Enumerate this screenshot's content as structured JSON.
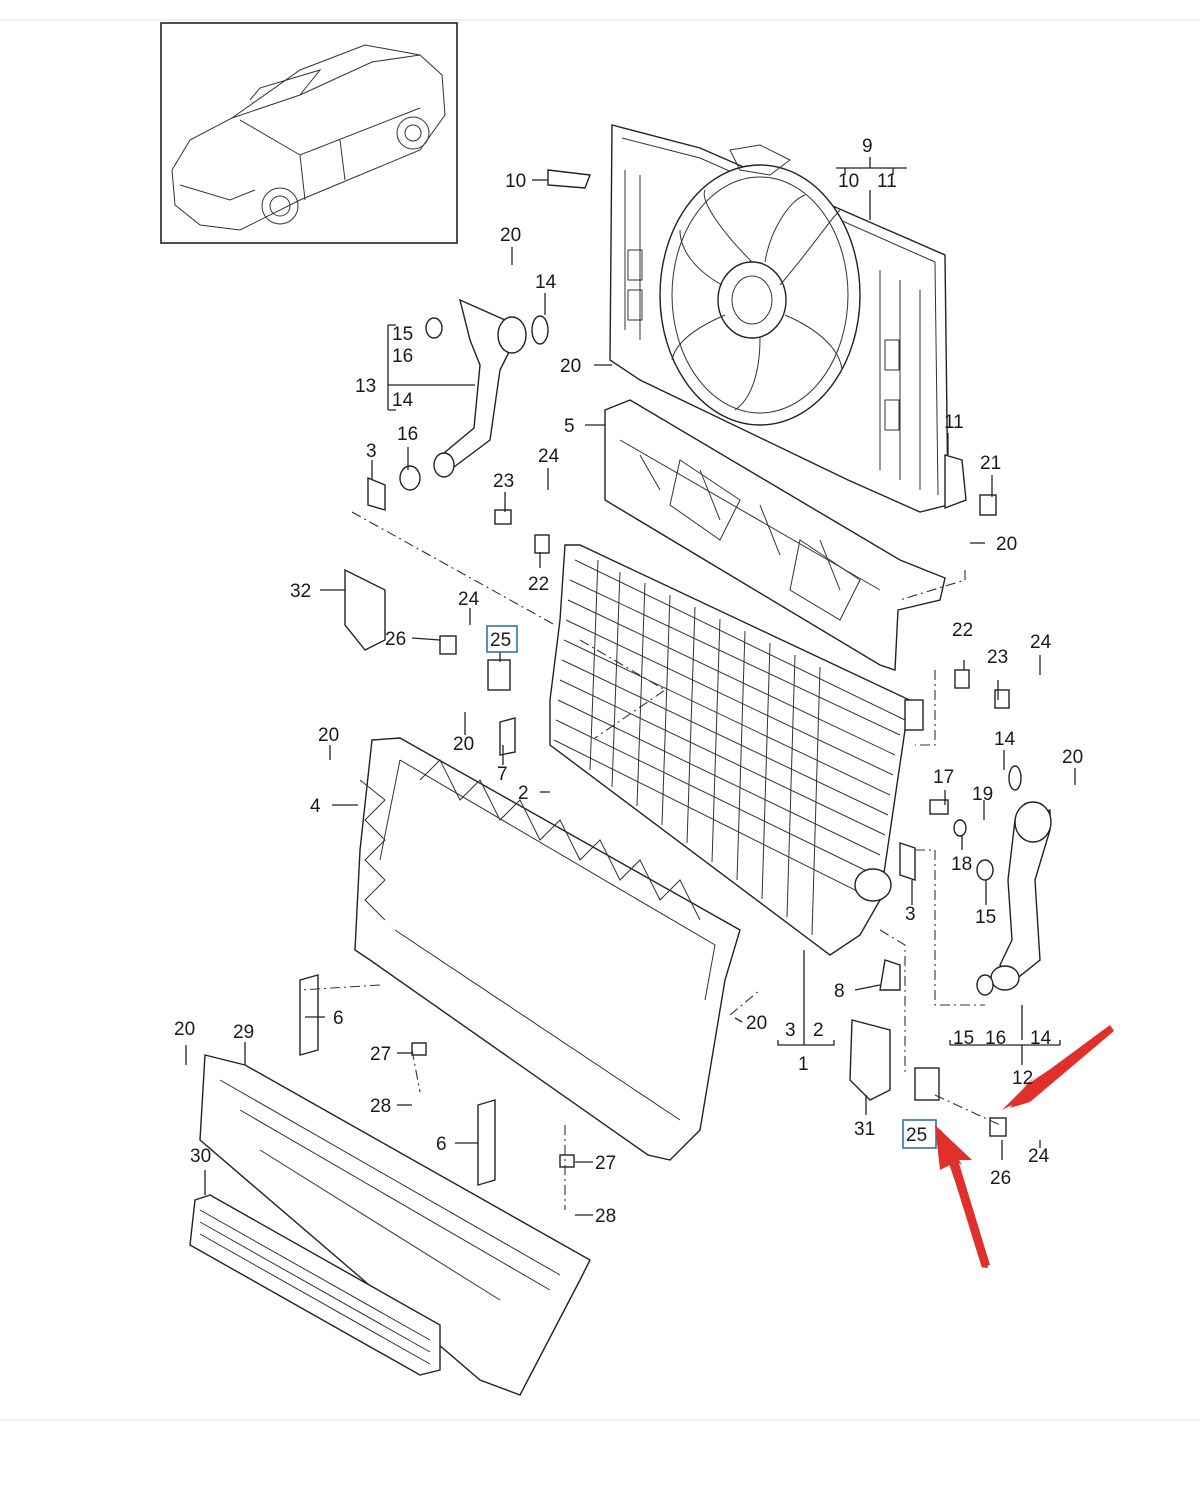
{
  "labels": {
    "l1": "1",
    "l2": "2",
    "l2b": "2",
    "l3": "3",
    "l3b": "3",
    "l3c": "3",
    "l4": "4",
    "l5": "5",
    "l6a": "6",
    "l6b": "6",
    "l7": "7",
    "l8": "8",
    "l9": "9",
    "l10a": "10",
    "l10b": "10",
    "l11a": "11",
    "l11b": "11",
    "l12": "12",
    "l13": "13",
    "l14a": "14",
    "l14b": "14",
    "l14c": "14",
    "l14d": "14",
    "l15a": "15",
    "l15b": "15",
    "l15c": "15",
    "l16a": "16",
    "l16b": "16",
    "l16c": "16",
    "l17": "17",
    "l18": "18",
    "l19": "19",
    "l20a": "20",
    "l20b": "20",
    "l20c": "20",
    "l20d": "20",
    "l20e": "20",
    "l20f": "20",
    "l20g": "20",
    "l20h": "20",
    "l21": "21",
    "l22a": "22",
    "l22b": "22",
    "l23a": "23",
    "l23b": "23",
    "l24a": "24",
    "l24b": "24",
    "l24c": "24",
    "l24d": "24",
    "l25a": "25",
    "l25b": "25",
    "l26a": "26",
    "l26b": "26",
    "l27a": "27",
    "l27b": "27",
    "l28a": "28",
    "l28b": "28",
    "l29": "29",
    "l30": "30",
    "l31": "31",
    "l32": "32"
  },
  "highlight_color": "#2f6fb3",
  "arrow_color": "#e0302b",
  "icons": [
    "car-thumbnail-icon",
    "red-arrow-icon"
  ]
}
